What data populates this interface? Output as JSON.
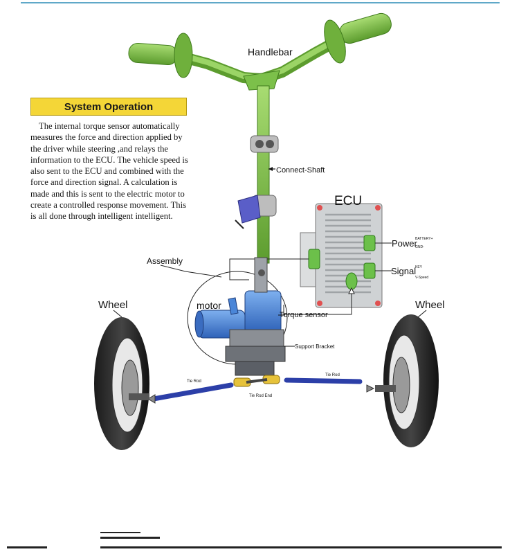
{
  "panel": {
    "title": "System Operation",
    "body": "The internal torque sensor automatically measures the force and direction applied by the driver while steering ,and relays the information to the ECU. The vehicle speed is also sent to the ECU and combined with the force and direction signal. A calculation is made and this is sent to the electric motor to create a controlled response movement. This is all done through intelligent intelligent."
  },
  "labels": {
    "handlebar": "Handlebar",
    "connect_shaft": "Connect-Shaft",
    "ecu": "ECU",
    "power": "Power",
    "power_sub1": "BATTERY+",
    "power_sub2": "GND-",
    "signal": "Signal",
    "signal_sub1": "KEY",
    "signal_sub2": "V-Speed",
    "assembly": "Assembly",
    "motor": "motor",
    "torque_sensor": "Torque sensor",
    "support_bracket": "Support Bracket",
    "wheel_left": "Wheel",
    "wheel_right": "Wheel",
    "tie_rod_left": "Tie Rod",
    "tie_rod_right": "Tie Rod",
    "tie_rod_end": "Tie Rod End"
  },
  "colors": {
    "handlebar_green": "#7cc04a",
    "tie_rod_blue": "#2c3fa8",
    "motor_blue": "#4a86d8",
    "ecu_gray": "#c9ccce",
    "title_yellow": "#f4d637"
  }
}
